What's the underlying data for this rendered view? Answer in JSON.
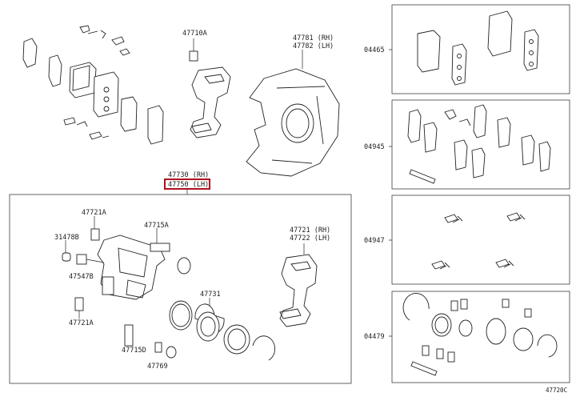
{
  "labels": {
    "top_caliper_bracket": "47710A",
    "dust_cover": [
      "47781 (RH)",
      "47782 (LH)"
    ],
    "caliper_assy": [
      "47730 (RH)",
      "47750 (LH)"
    ],
    "bolt_top_left": "47721A",
    "bushing": "31478B",
    "slide_pin_upper": "47715A",
    "bleeder": "47547B",
    "bolt_bottom_left": "47721A",
    "slide_pin_lower": "47715D",
    "boot_small": "47769",
    "piston": "47731",
    "mounting_rh_lh": [
      "47721 (RH)",
      "47722 (LH)"
    ],
    "kit_pads": "04465",
    "kit_shims": "04945",
    "kit_fitting": "04947",
    "kit_cylinder": "04479",
    "diagram_id": "47720C"
  },
  "colors": {
    "highlight": "#b01020",
    "line": "#222222"
  }
}
